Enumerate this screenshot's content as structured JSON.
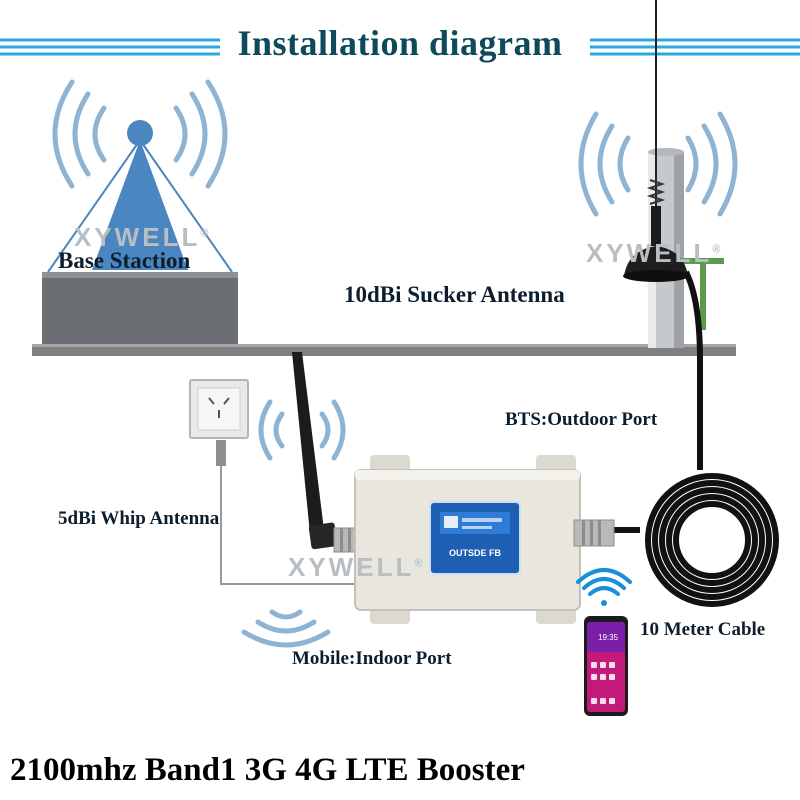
{
  "title": "Installation diagram",
  "labels": {
    "base_station": "Base Staction",
    "sucker_antenna": "10dBi Sucker Antenna",
    "outdoor_port": "BTS:Outdoor Port",
    "whip_antenna": "5dBi Whip Antenna",
    "indoor_port": "Mobile:Indoor Port",
    "cable": "10 Meter Cable"
  },
  "watermark": "XYWELL",
  "registered_mark": "®",
  "booster_screen_text": "OUTSDE FB",
  "phone_time": "19:35",
  "footer": "2100mhz Band1 3G 4G LTE Booster",
  "colors": {
    "title": "#0d4a5c",
    "banner_line": "#29a8dc",
    "signal_waves": "#8fb3d3",
    "tower": "#4a86c0",
    "ceiling_bar": "#808080",
    "booster_body": "#e9e6dd",
    "booster_screen": "#1d5fb3",
    "cable": "#111111"
  }
}
